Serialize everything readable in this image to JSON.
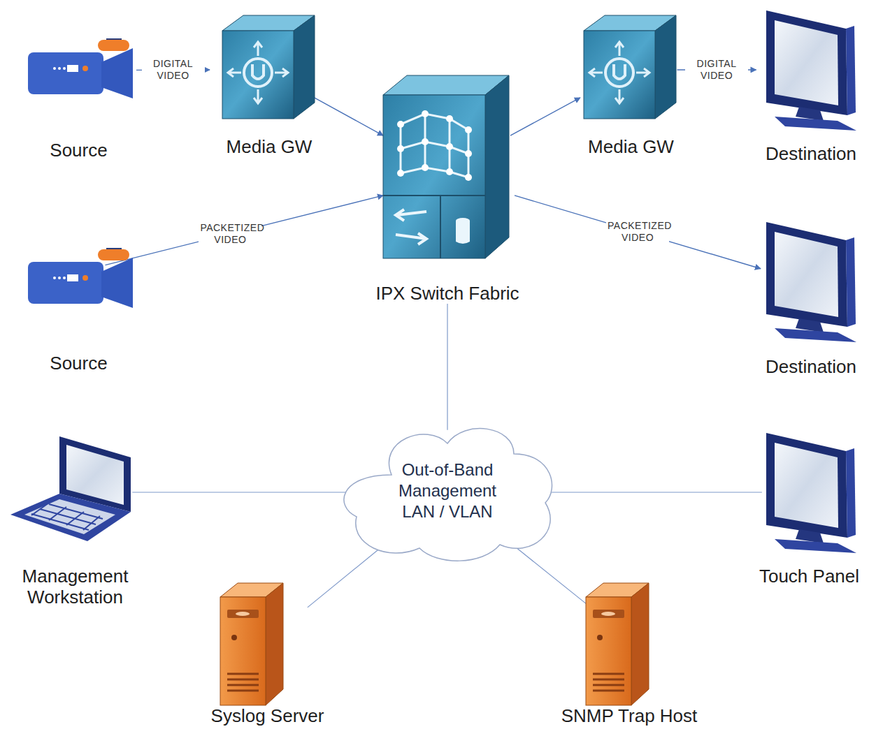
{
  "diagram": {
    "nodes": [
      {
        "text": [
          "Source"
        ]
      },
      {
        "text": [
          "Media GW"
        ]
      },
      {
        "text": [
          "IPX Switch Fabric"
        ]
      },
      {
        "text": [
          "Media GW"
        ]
      },
      {
        "text": [
          "Destination"
        ]
      },
      {
        "text": [
          "Source"
        ]
      },
      {
        "text": [
          "Destination"
        ]
      },
      {
        "text": [
          "Out-of-Band Management LAN / VLAN"
        ]
      },
      {
        "text": [
          "Management Workstation"
        ]
      },
      {
        "text": [
          "Touch Panel"
        ]
      },
      {
        "text": [
          "Syslog Server"
        ]
      },
      {
        "text": [
          "SNMP Trap Host"
        ]
      }
    ],
    "edges": [
      {
        "from": 0,
        "to": 1,
        "label": "DIGITAL VIDEO",
        "arrow": "to"
      },
      {
        "from": 1,
        "to": 2,
        "arrow": "to"
      },
      {
        "from": 5,
        "to": 2,
        "label": "PACKETIZED VIDEO",
        "arrow": "to"
      },
      {
        "from": 2,
        "to": 3,
        "arrow": "to"
      },
      {
        "from": 3,
        "to": 4,
        "label": "DIGITAL VIDEO",
        "arrow": "to"
      },
      {
        "from": 2,
        "to": 6,
        "label": "PACKETIZED VIDEO",
        "arrow": "to"
      },
      {
        "from": 2,
        "to": 7,
        "arrow": "none"
      },
      {
        "from": 8,
        "to": 7,
        "arrow": "none"
      },
      {
        "from": 9,
        "to": 7,
        "arrow": "none"
      },
      {
        "from": 10,
        "to": 7,
        "arrow": "none"
      },
      {
        "from": 11,
        "to": 7,
        "arrow": "none"
      }
    ]
  }
}
